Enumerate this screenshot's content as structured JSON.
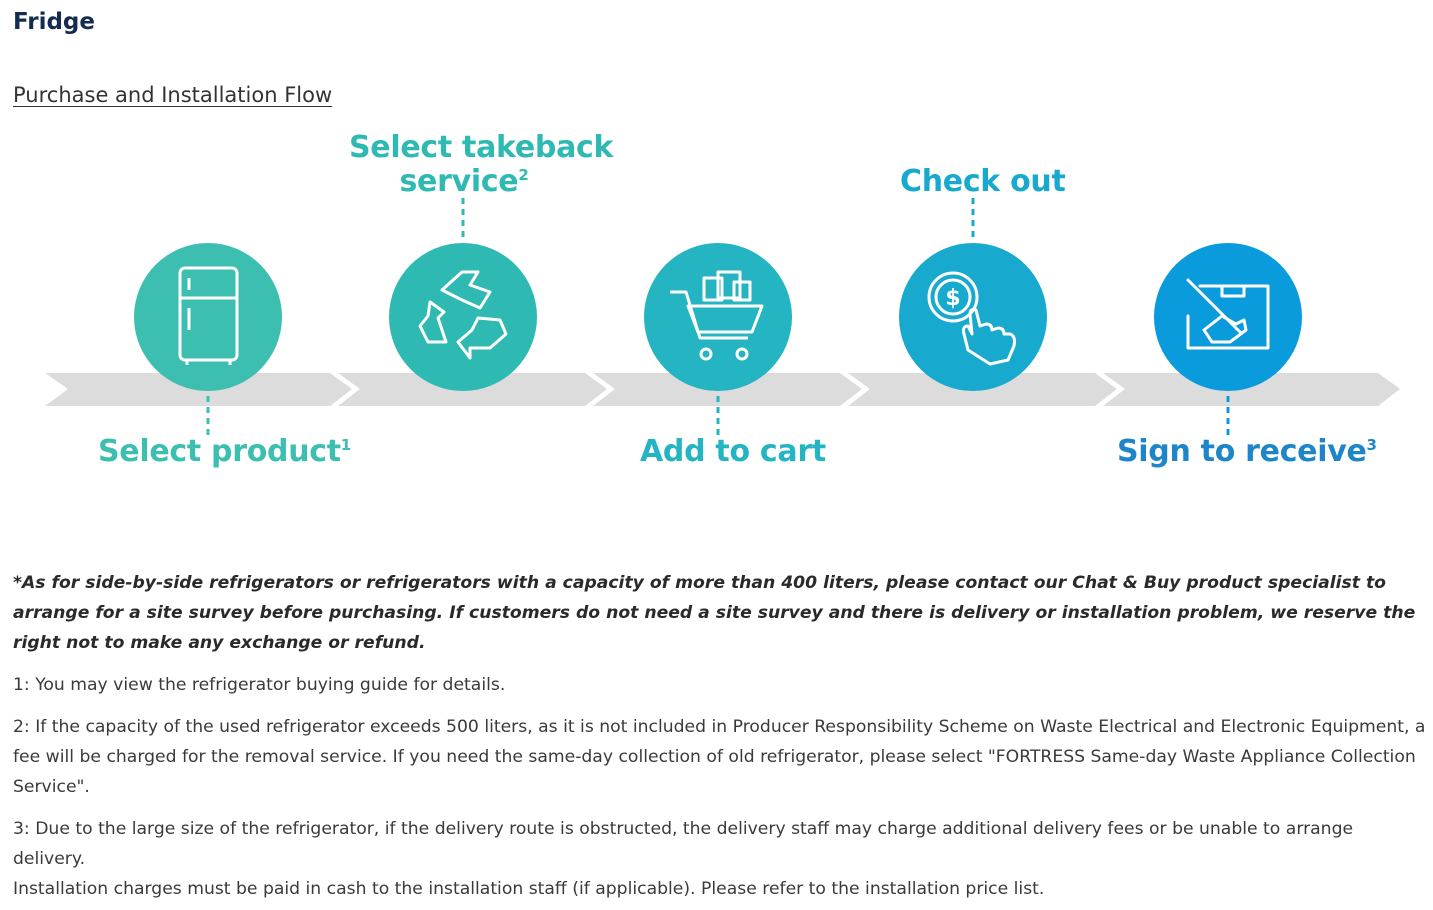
{
  "page": {
    "title": "Fridge",
    "section_title": "Purchase and Installation Flow"
  },
  "colors": {
    "title": "#142c50",
    "arrow_bar": "#dcdcdc",
    "step_colors": [
      "#3cbfb0",
      "#2fb9b3",
      "#24b4c2",
      "#18a9cf",
      "#0a9bdc"
    ],
    "label_colors": [
      "#3cbfb0",
      "#2fb9b3",
      "#24b4c2",
      "#18a9cf",
      "#1e86c8"
    ]
  },
  "steps": [
    {
      "label": "Select product",
      "sup": "1",
      "icon": "fridge-icon",
      "label_position": "below"
    },
    {
      "label_line1": "Select takeback",
      "label": "service",
      "sup": "2",
      "icon": "recycle-icon",
      "label_position": "above"
    },
    {
      "label": "Add to cart",
      "sup": "",
      "icon": "shopping-cart-icon",
      "label_position": "below"
    },
    {
      "label": "Check out",
      "sup": "",
      "icon": "payment-tap-icon",
      "label_position": "above"
    },
    {
      "label": "Sign to receive",
      "sup": "3",
      "icon": "sign-delivery-icon",
      "label_position": "below"
    }
  ],
  "notes": {
    "disclaimer": "*As for side-by-side refrigerators or refrigerators with a capacity of more than 400 liters, please contact our Chat & Buy product specialist to arrange for a site survey before purchasing. If customers do not need a site survey and there is delivery or installation problem, we reserve the right not to make any exchange or refund.",
    "note1": "1: You may view the refrigerator buying guide for details.",
    "note2": "2: If the capacity of the used refrigerator exceeds 500 liters, as it is not included in Producer Responsibility Scheme on Waste Electrical and Electronic Equipment, a fee will be charged for the removal service. If you need the same-day collection of old refrigerator, please select \"FORTRESS Same-day Waste Appliance Collection Service\".",
    "note3": "3: Due to the large size of the refrigerator, if the delivery route is obstructed, the delivery staff may charge additional delivery fees or be unable to arrange delivery.",
    "note4": "Installation charges must be paid in cash to the installation staff (if applicable). Please refer to the installation price list."
  }
}
